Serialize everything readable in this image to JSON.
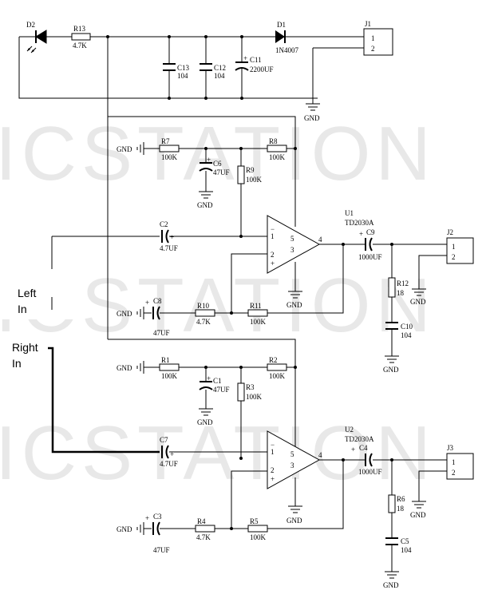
{
  "watermark": "ICSTATION",
  "inputs": {
    "left": [
      "Left",
      "In"
    ],
    "right": [
      "Right",
      "In"
    ]
  },
  "gnd": "GND",
  "pin_labels": {
    "j_pin1": "1",
    "j_pin2": "2",
    "op_inv": "1",
    "op_noninv": "2",
    "op_out": "4",
    "op_p3": "3",
    "op_p5": "5",
    "minus": "−",
    "plus": "+"
  },
  "power": {
    "D2": "D2",
    "R13": "R13",
    "R13_val": "4.7K",
    "D1": "D1",
    "D1_val": "1N4007",
    "C13": "C13",
    "C13_val": "104",
    "C12": "C12",
    "C12_val": "104",
    "C11": "C11",
    "C11_val": "2200UF",
    "J1": "J1"
  },
  "ch1": {
    "R7": "R7",
    "R7_val": "100K",
    "R8": "R8",
    "R8_val": "100K",
    "C6": "C6",
    "C6_val": "47UF",
    "R9": "R9",
    "R9_val": "100K",
    "C2": "C2",
    "C2_val": "4.7UF",
    "U1": "U1",
    "U1_val": "TD2030A",
    "C9": "C9",
    "C9_val": "1000UF",
    "J2": "J2",
    "R12": "R12",
    "R12_val": "18",
    "C10": "C10",
    "C10_val": "104",
    "C8": "C8",
    "C8_val": "47UF",
    "R10": "R10",
    "R10_val": "4.7K",
    "R11": "R11",
    "R11_val": "100K"
  },
  "ch2": {
    "R1": "R1",
    "R1_val": "100K",
    "R2": "R2",
    "R2_val": "100K",
    "C1": "C1",
    "C1_val": "47UF",
    "R3": "R3",
    "R3_val": "100K",
    "C7": "C7",
    "C7_val": "4.7UF",
    "U2": "U2",
    "U2_val": "TD2030A",
    "C4": "C4",
    "C4_val": "1000UF",
    "J3": "J3",
    "R6": "R6",
    "R6_val": "18",
    "C5": "C5",
    "C5_val": "104",
    "C3": "C3",
    "C3_val": "47UF",
    "R4": "R4",
    "R4_val": "4.7K",
    "R5": "R5",
    "R5_val": "100K"
  }
}
